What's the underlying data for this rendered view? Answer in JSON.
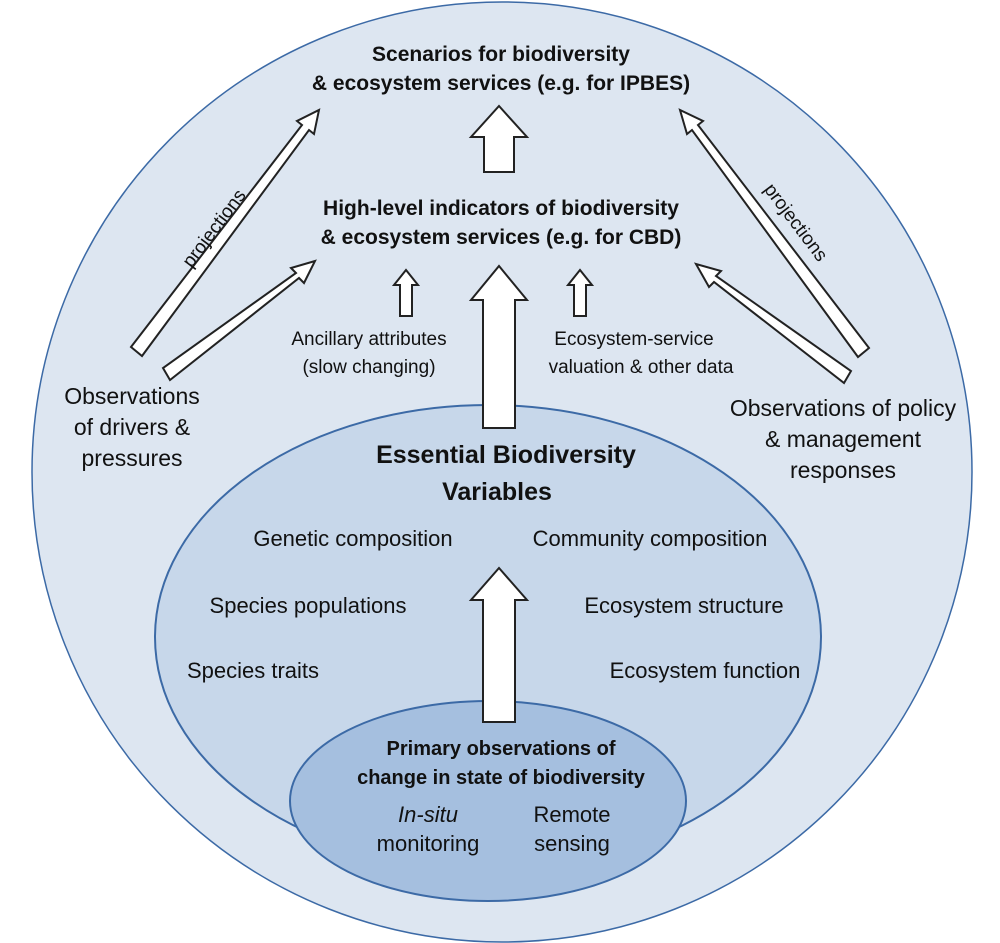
{
  "colors": {
    "outer_circle": "#dde6f1",
    "ebv_ellipse": "#c7d7ea",
    "primary_ellipse": "#a5bfdf",
    "outline": "#3c6aa6"
  },
  "scenarios": {
    "line1": "Scenarios for biodiversity",
    "line2": "& ecosystem services (e.g. for IPBES)"
  },
  "indicators": {
    "line1": "High-level  indicators of biodiversity",
    "line2": "& ecosystem services (e.g. for CBD)"
  },
  "projections": {
    "left": "projections",
    "right": "projections"
  },
  "ancillary": {
    "line1": "Ancillary attributes",
    "line2": "(slow changing)"
  },
  "valuation": {
    "line1": "Ecosystem-service",
    "line2": "valuation & other data"
  },
  "drivers": {
    "line1": "Observations",
    "line2": "of drivers &",
    "line3": "pressures"
  },
  "policy": {
    "line1": "Observations of policy",
    "line2": "& management",
    "line3": "responses"
  },
  "ebv": {
    "title_line1": "Essential Biodiversity",
    "title_line2": "Variables",
    "items": {
      "genetic": "Genetic composition",
      "community": "Community composition",
      "populations": "Species populations",
      "structure": "Ecosystem structure",
      "traits": "Species traits",
      "function": "Ecosystem function"
    }
  },
  "primary": {
    "line1": "Primary observations of",
    "line2": "change in state of biodiversity",
    "insitu_line1": "In-situ",
    "insitu_line2": "monitoring",
    "remote_line1": "Remote",
    "remote_line2": "sensing"
  }
}
